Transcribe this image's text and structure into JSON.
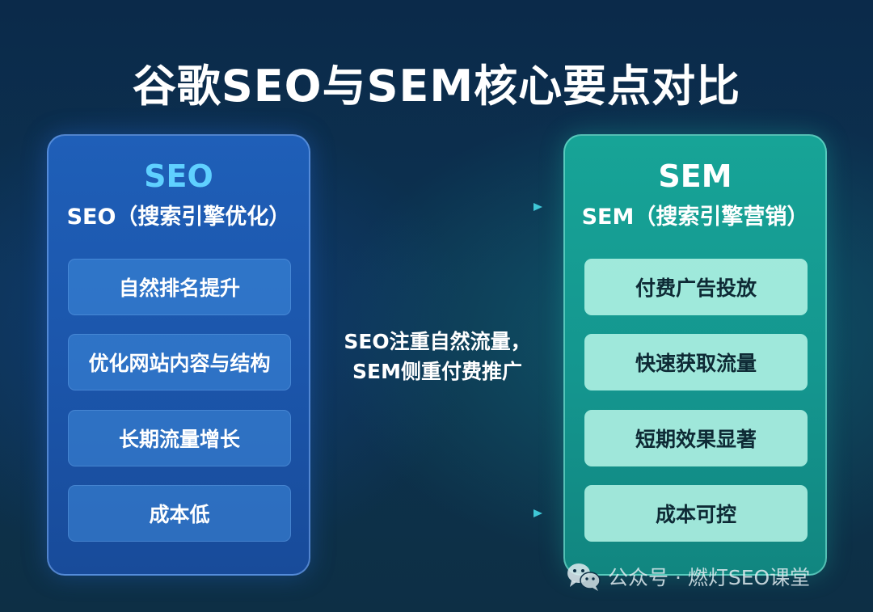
{
  "title": "谷歌SEO与SEM核心要点对比",
  "seo": {
    "heading": "SEO",
    "subtitle": "SEO（搜索引擎优化）",
    "items": [
      "自然排名提升",
      "优化网站内容与结构",
      "长期流量增长",
      "成本低"
    ]
  },
  "sem": {
    "heading": "SEM",
    "subtitle": "SEM（搜索引擎营销）",
    "items": [
      "付费广告投放",
      "快速获取流量",
      "短期效果显著",
      "成本可控"
    ]
  },
  "center_note": {
    "line1": "SEO注重自然流量，",
    "line2": "SEM侧重付费推广"
  },
  "watermark": {
    "icon": "wechat-icon",
    "text": "公众号 · 燃灯SEO课堂"
  },
  "colors": {
    "seo_panel": "#1f5fb8",
    "seo_heading": "#5fd0ff",
    "sem_panel": "#17a497",
    "sem_item": "#bef9eb",
    "arrow": "#3fc7d6"
  }
}
